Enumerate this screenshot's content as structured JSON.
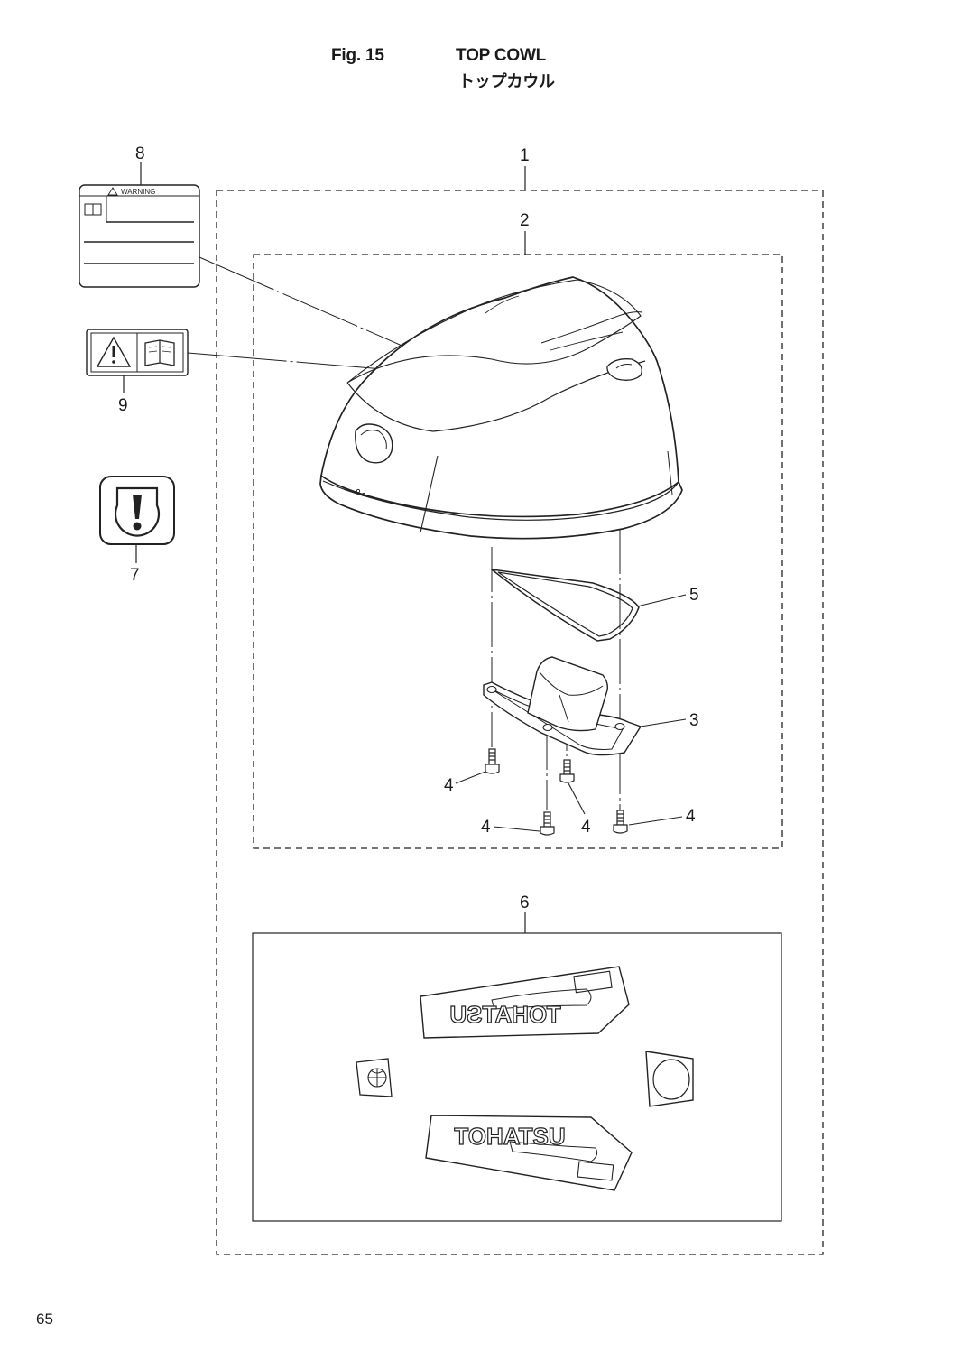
{
  "header": {
    "figure": "Fig. 15",
    "title": "TOP COWL",
    "title_jp": "トップカウル"
  },
  "callouts": {
    "c1": "1",
    "c2": "2",
    "c3": "3",
    "c4a": "4",
    "c4b": "4",
    "c4c": "4",
    "c4d": "4",
    "c5": "5",
    "c6": "6",
    "c7": "7",
    "c8": "8",
    "c9": "9"
  },
  "labels": {
    "warning": "WARNING",
    "decal_brand": "TOHATSU",
    "decal_brand_mirrored": "TOHATSU"
  },
  "footer": {
    "page_number": "65"
  }
}
